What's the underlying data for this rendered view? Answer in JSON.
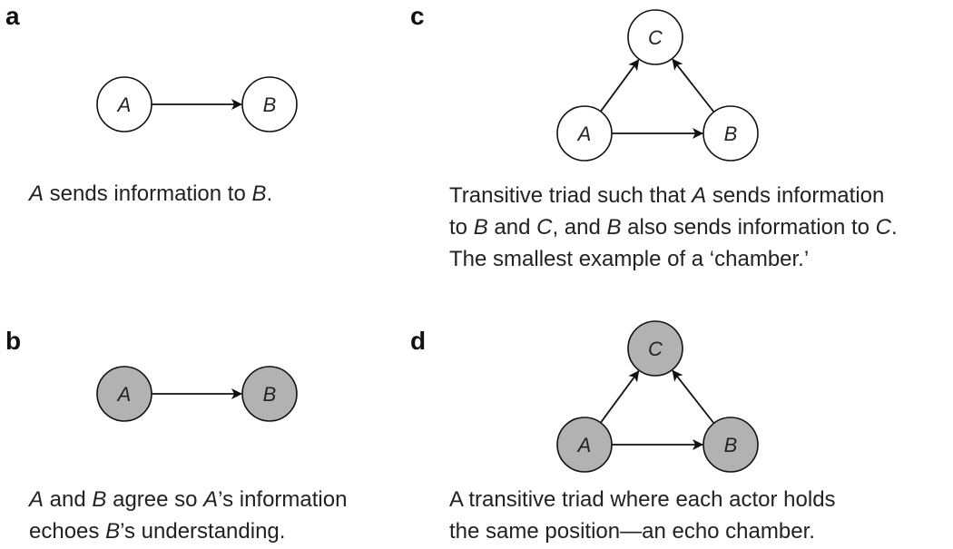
{
  "panels": {
    "a": {
      "letter": "a",
      "nodes": [
        "A",
        "B"
      ],
      "node_fill": "#ffffff",
      "caption": [
        [
          "A",
          true
        ],
        [
          " sends information to ",
          false
        ],
        [
          "B",
          true
        ],
        [
          ".",
          false
        ]
      ]
    },
    "b": {
      "letter": "b",
      "nodes": [
        "A",
        "B"
      ],
      "node_fill": "#b2b2b2",
      "caption_line1": [
        [
          "A",
          true
        ],
        [
          " and ",
          false
        ],
        [
          "B",
          true
        ],
        [
          " agree so ",
          false
        ],
        [
          "A",
          true
        ],
        [
          "’s information",
          false
        ]
      ],
      "caption_line2": [
        [
          "echoes ",
          false
        ],
        [
          "B",
          true
        ],
        [
          "’s understanding.",
          false
        ]
      ]
    },
    "c": {
      "letter": "c",
      "nodes": [
        "A",
        "B",
        "C"
      ],
      "node_fill": "#ffffff",
      "caption_line1": [
        [
          "Transitive triad such that ",
          false
        ],
        [
          "A",
          true
        ],
        [
          " sends information",
          false
        ]
      ],
      "caption_line2": [
        [
          "to ",
          false
        ],
        [
          "B",
          true
        ],
        [
          " and ",
          false
        ],
        [
          "C",
          true
        ],
        [
          ", and ",
          false
        ],
        [
          "B",
          true
        ],
        [
          " also sends information to ",
          false
        ],
        [
          "C",
          true
        ],
        [
          ".",
          false
        ]
      ],
      "caption_line3": [
        [
          "The smallest example of a ‘chamber.’",
          false
        ]
      ]
    },
    "d": {
      "letter": "d",
      "nodes": [
        "A",
        "B",
        "C"
      ],
      "node_fill": "#b2b2b2",
      "caption_line1": [
        [
          "A transitive triad where each actor holds",
          false
        ]
      ],
      "caption_line2": [
        [
          "the same position—an echo chamber.",
          false
        ]
      ]
    }
  },
  "edges": {
    "dyad": [
      [
        "A",
        "B"
      ]
    ],
    "triad": [
      [
        "A",
        "B"
      ],
      [
        "A",
        "C"
      ],
      [
        "B",
        "C"
      ]
    ]
  }
}
